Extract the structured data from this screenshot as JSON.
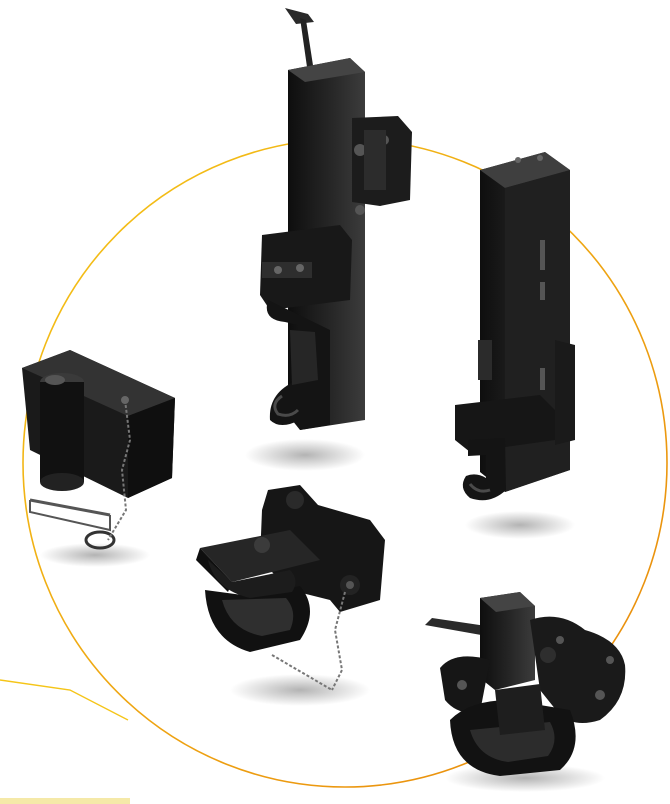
{
  "scene": {
    "background_color": "#ffffff",
    "ring_color_start": "#f5c518",
    "ring_color_end": "#e8880c",
    "product_color": "#1b1b1b",
    "product_highlight": "#3a3a3a",
    "shadow_color": "#9a9a9a",
    "items": [
      {
        "name": "tall-vertical-coupling-with-lever",
        "icon": "tow-hitch-tall"
      },
      {
        "name": "tall-column-hitch-with-hook",
        "icon": "tow-hitch-column"
      },
      {
        "name": "box-coupling-with-chain-pin",
        "icon": "tow-hitch-box"
      },
      {
        "name": "jaw-coupling-with-chain",
        "icon": "tow-hitch-jaw"
      },
      {
        "name": "flanged-pin-coupling-with-lever",
        "icon": "tow-hitch-flanged"
      }
    ]
  }
}
